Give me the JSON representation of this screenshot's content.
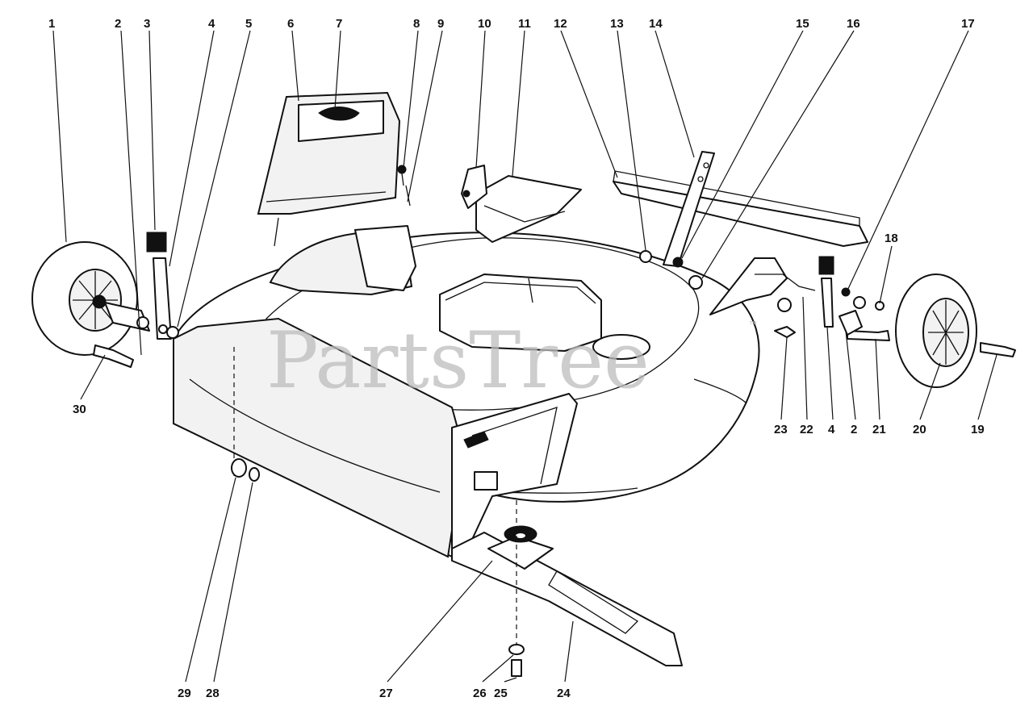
{
  "watermark": {
    "text": "PartsTree",
    "mark": "™"
  },
  "callouts": [
    "1",
    "2",
    "3",
    "4",
    "5",
    "6",
    "7",
    "8",
    "9",
    "10",
    "11",
    "12",
    "13",
    "14",
    "15",
    "16",
    "17",
    "18",
    "2",
    "4",
    "22",
    "23",
    "20",
    "21",
    "19",
    "30",
    "29",
    "28",
    "27",
    "26",
    "25",
    "24"
  ]
}
